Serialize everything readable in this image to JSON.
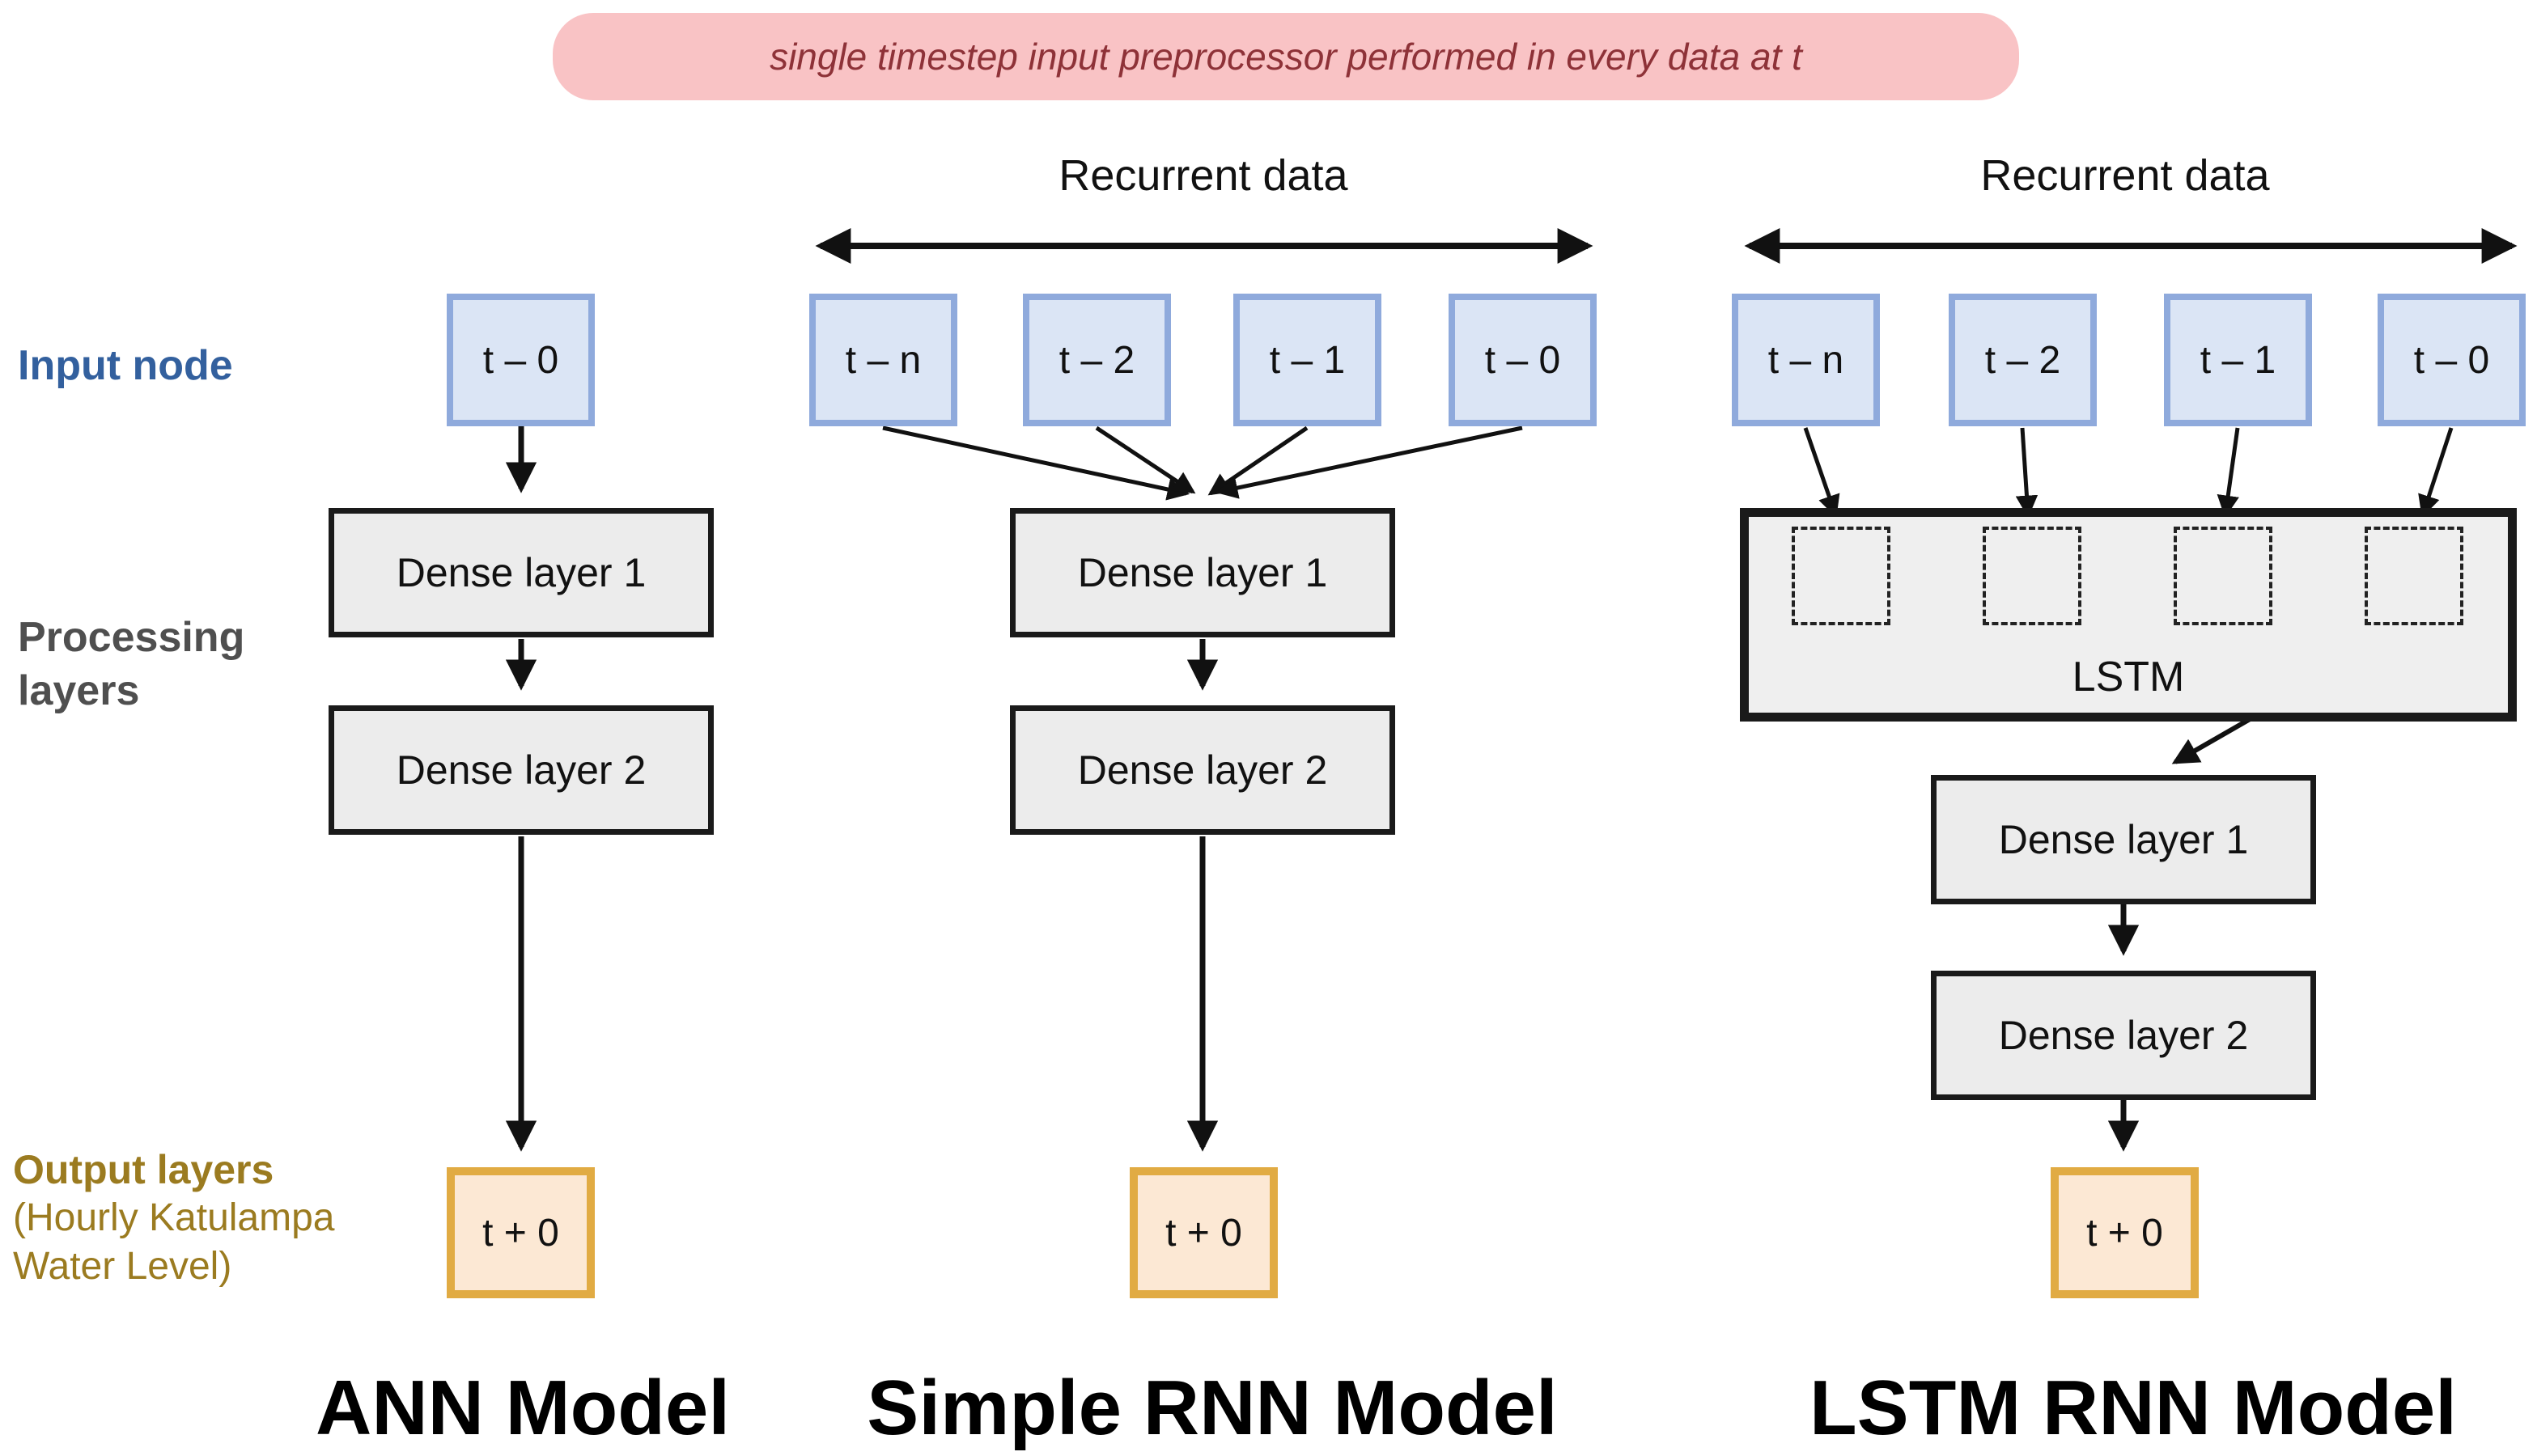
{
  "banner": {
    "text": "single timestep input preprocessor performed in every data at t"
  },
  "row_labels": {
    "input": "Input node",
    "processing": "Processing\nlayers",
    "output_title": "Output layers",
    "output_subtitle": "(Hourly Katulampa\nWater Level)"
  },
  "columns": [
    {
      "title": "ANN Model",
      "inputs": [
        "t – 0"
      ],
      "dense1": "Dense layer 1",
      "dense2": "Dense layer 2",
      "output": "t + 0"
    },
    {
      "title": "Simple RNN Model",
      "recurrent_label": "Recurrent data",
      "inputs": [
        "t – n",
        "t – 2",
        "t – 1",
        "t – 0"
      ],
      "dense1": "Dense layer 1",
      "dense2": "Dense layer 2",
      "output": "t + 0"
    },
    {
      "title": "LSTM RNN Model",
      "recurrent_label": "Recurrent data",
      "inputs": [
        "t – n",
        "t – 2",
        "t – 1",
        "t – 0"
      ],
      "lstm_label": "LSTM",
      "dense1": "Dense layer 1",
      "dense2": "Dense layer 2",
      "output": "t + 0"
    }
  ],
  "colors": {
    "banner_bg": "#f9c3c5",
    "banner_text": "#8e3238",
    "input_node_fill": "#dbe5f5",
    "input_node_border": "#8faadc",
    "dense_fill": "#ececec",
    "dense_border": "#1a1a1a",
    "output_fill": "#fce8d4",
    "output_border": "#e1ab43",
    "lstm_fill": "#efefef",
    "label_input": "#33609e",
    "label_processing": "#4f4f4f",
    "label_output": "#9b7b20",
    "wire": "#111111"
  }
}
